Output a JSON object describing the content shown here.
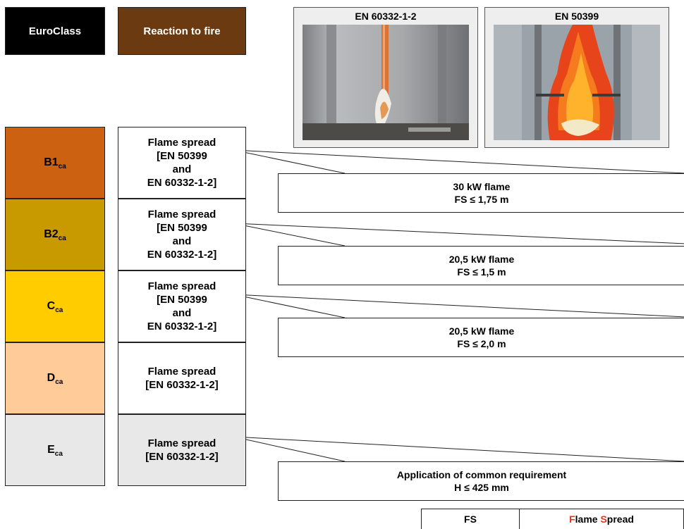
{
  "header": {
    "euroclass": "EuroClass",
    "reaction": "Reaction to fire"
  },
  "photos": [
    {
      "caption": "EN 60332-1-2",
      "icon": "cable-test-photo"
    },
    {
      "caption": "EN 50399",
      "icon": "fire-test-photo"
    }
  ],
  "classes": [
    {
      "main": "B1",
      "sub": "ca",
      "color": "#cc6111",
      "test_lines": [
        "Flame spread",
        "[EN 50399",
        "and",
        "EN 60332-1-2]"
      ],
      "requirement": [
        "30 kW flame",
        "FS ≤ 1,75 m"
      ]
    },
    {
      "main": "B2",
      "sub": "ca",
      "color": "#c99a00",
      "test_lines": [
        "Flame spread",
        "[EN 50399",
        "and",
        "EN 60332-1-2]"
      ],
      "requirement": [
        "20,5 kW flame",
        "FS ≤ 1,5 m"
      ]
    },
    {
      "main": "C",
      "sub": "ca",
      "color": "#ffcc00",
      "test_lines": [
        "Flame spread",
        "[EN 50399",
        "and",
        "EN 60332-1-2]"
      ],
      "requirement": [
        "20,5 kW flame",
        "FS ≤ 2,0 m"
      ]
    },
    {
      "main": "D",
      "sub": "ca",
      "color": "#ffcc99",
      "test_lines": [
        "Flame spread",
        "[EN 60332-1-2]"
      ]
    },
    {
      "main": "E",
      "sub": "ca",
      "color": "#e8e8e8",
      "test_lines": [
        "Flame spread",
        "[EN 60332-1-2]"
      ],
      "requirement": [
        "Application of common requirement",
        "H ≤ 425 mm"
      ]
    }
  ],
  "legend": {
    "abbr": "FS",
    "full_parts": [
      "F",
      "lame ",
      "S",
      "pread"
    ]
  }
}
